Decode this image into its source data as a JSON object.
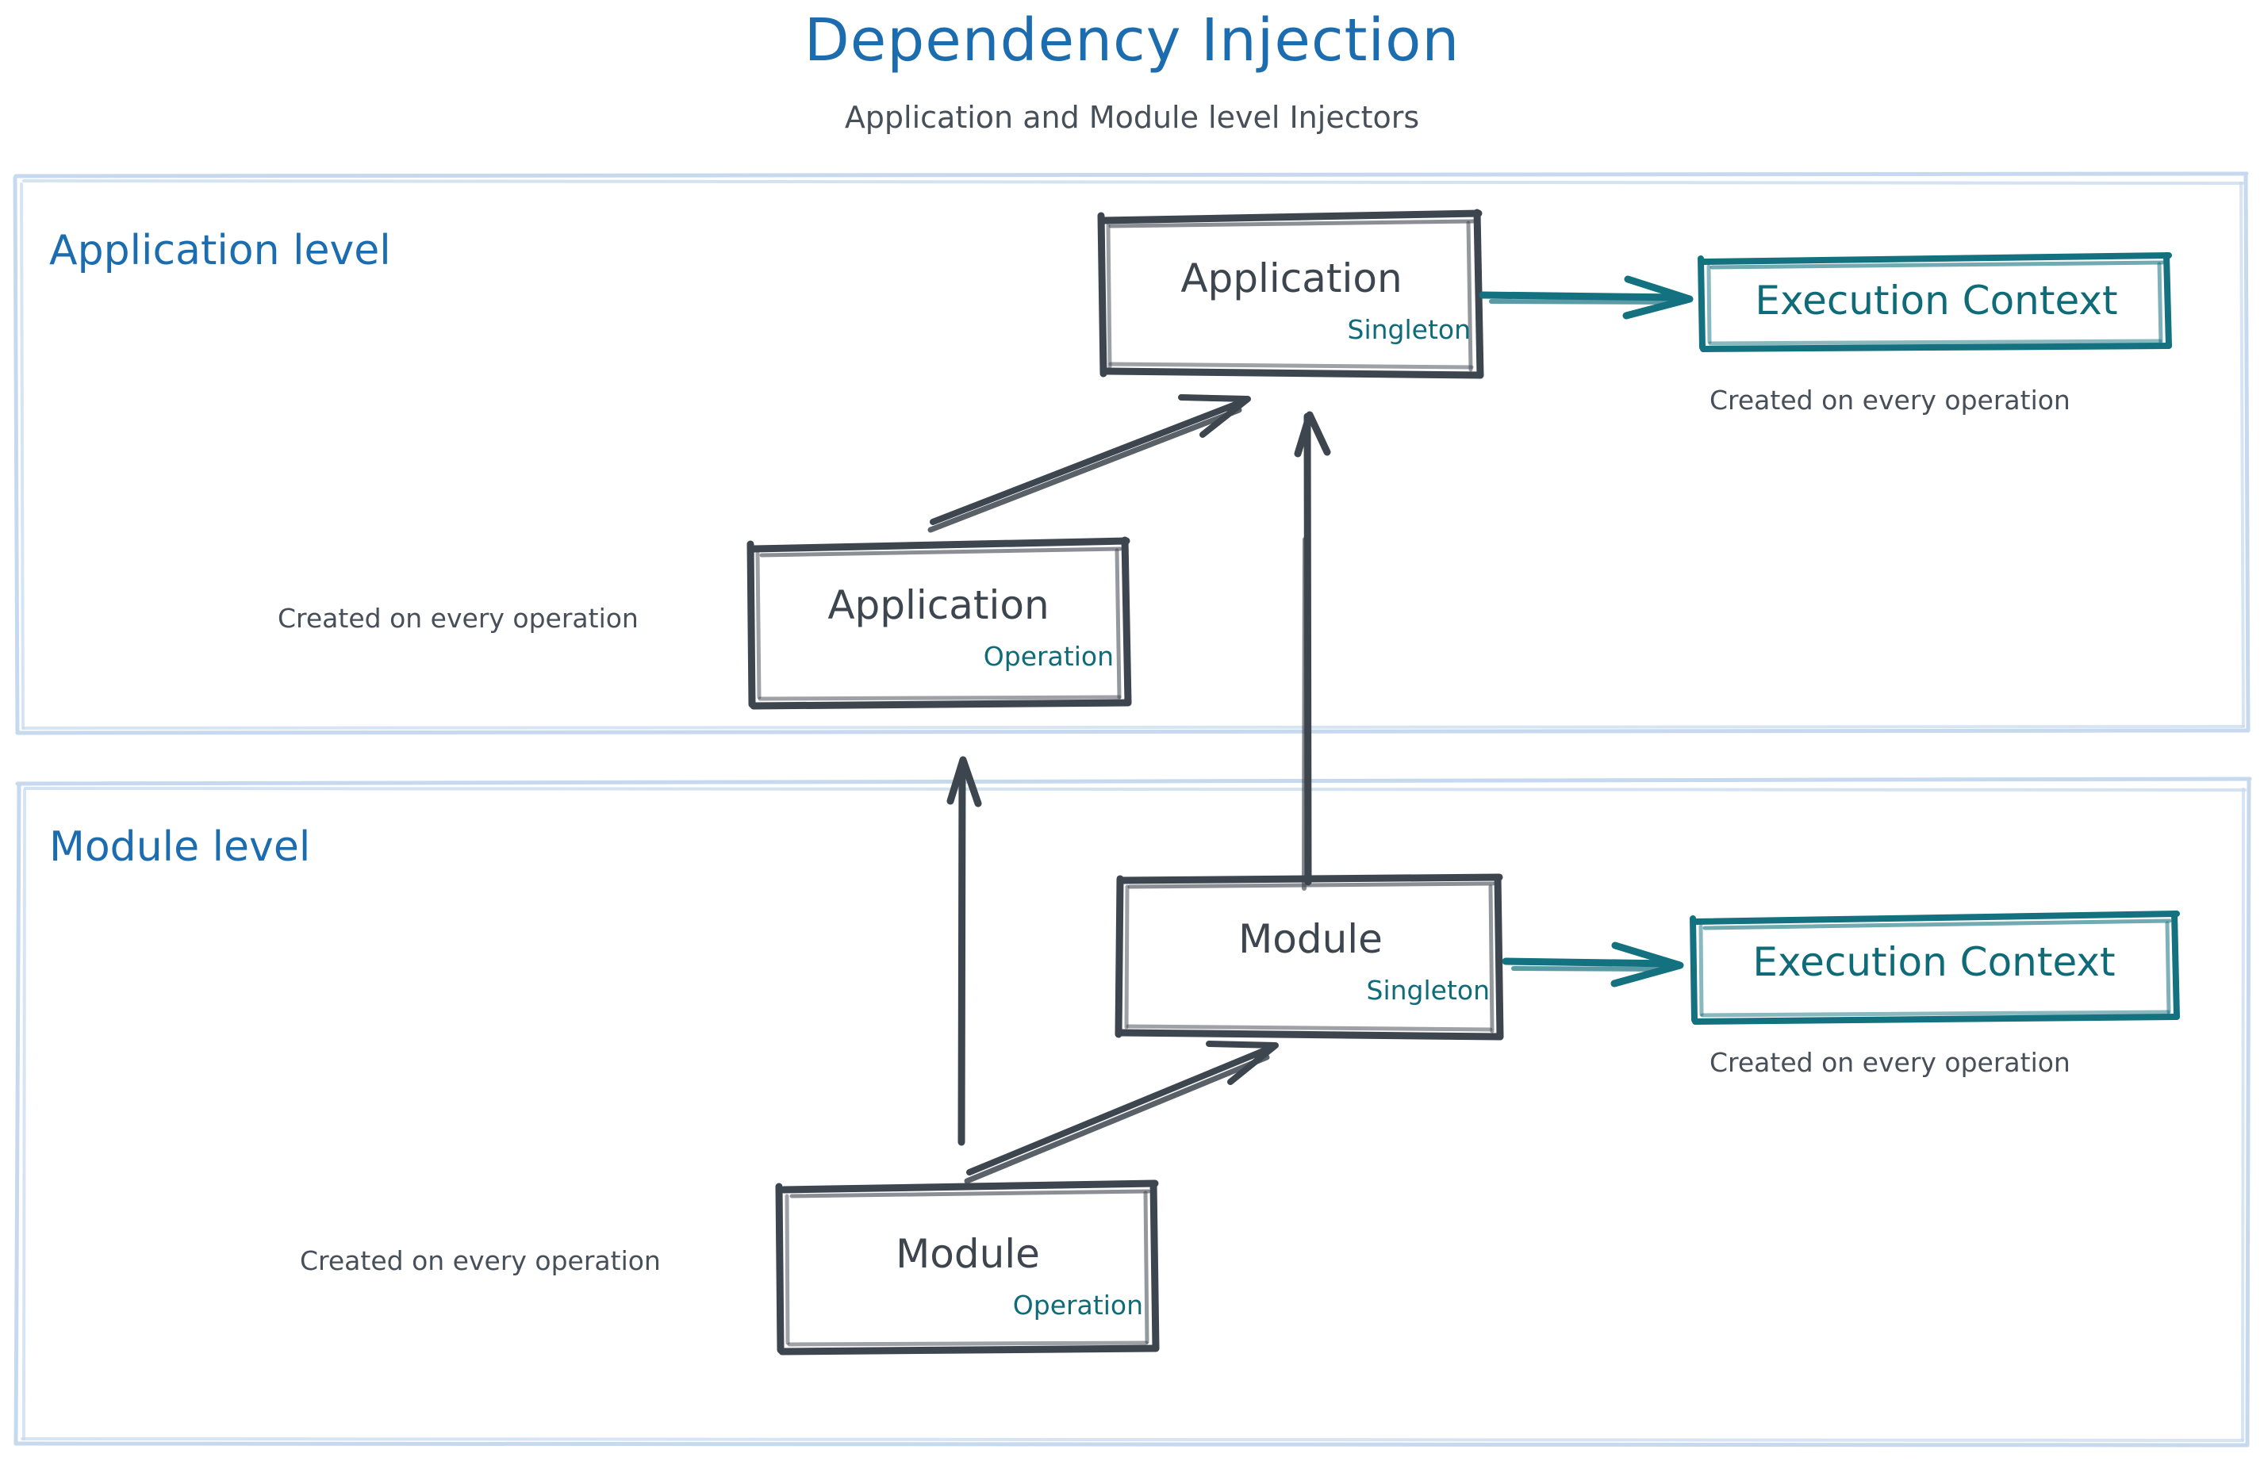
{
  "header": {
    "title": "Dependency Injection",
    "subtitle": "Application and Module level Injectors",
    "title_color": "#1c6cb0",
    "subtitle_color": "#474f59"
  },
  "palette": {
    "blue": "#1c6cb0",
    "container_border": "#c6d9ee",
    "node_stroke": "#3d454f",
    "teal": "#0f6b78",
    "note_text": "#474f59"
  },
  "containers": [
    {
      "id": "application-level",
      "label": "Application level"
    },
    {
      "id": "module-level",
      "label": "Module level"
    }
  ],
  "nodes": {
    "application_singleton": {
      "title": "Application",
      "scope": "Singleton"
    },
    "application_operation": {
      "title": "Application",
      "scope": "Operation"
    },
    "module_singleton": {
      "title": "Module",
      "scope": "Singleton"
    },
    "module_operation": {
      "title": "Module",
      "scope": "Operation"
    },
    "execution_context_app": {
      "title": "Execution Context"
    },
    "execution_context_module": {
      "title": "Execution Context"
    }
  },
  "notes": {
    "app_operation": "Created on every operation",
    "app_execution_context": "Created on every operation",
    "module_operation": "Created on every operation",
    "module_execution_context": "Created on every operation"
  },
  "arrows": [
    {
      "id": "application-singleton-to-execution-context",
      "from": "application_singleton",
      "to": "execution_context_app",
      "color": "#0f6b78"
    },
    {
      "id": "application-operation-to-application-singleton",
      "from": "application_operation",
      "to": "application_singleton",
      "color": "#3d454f"
    },
    {
      "id": "module-singleton-to-application-singleton",
      "from": "module_singleton",
      "to": "application_singleton",
      "color": "#3d454f"
    },
    {
      "id": "module-operation-to-application-operation",
      "from": "module_operation",
      "to": "application_operation",
      "color": "#3d454f"
    },
    {
      "id": "module-operation-to-module-singleton",
      "from": "module_operation",
      "to": "module_singleton",
      "color": "#3d454f"
    },
    {
      "id": "module-singleton-to-execution-context",
      "from": "module_singleton",
      "to": "execution_context_module",
      "color": "#0f6b78"
    }
  ]
}
